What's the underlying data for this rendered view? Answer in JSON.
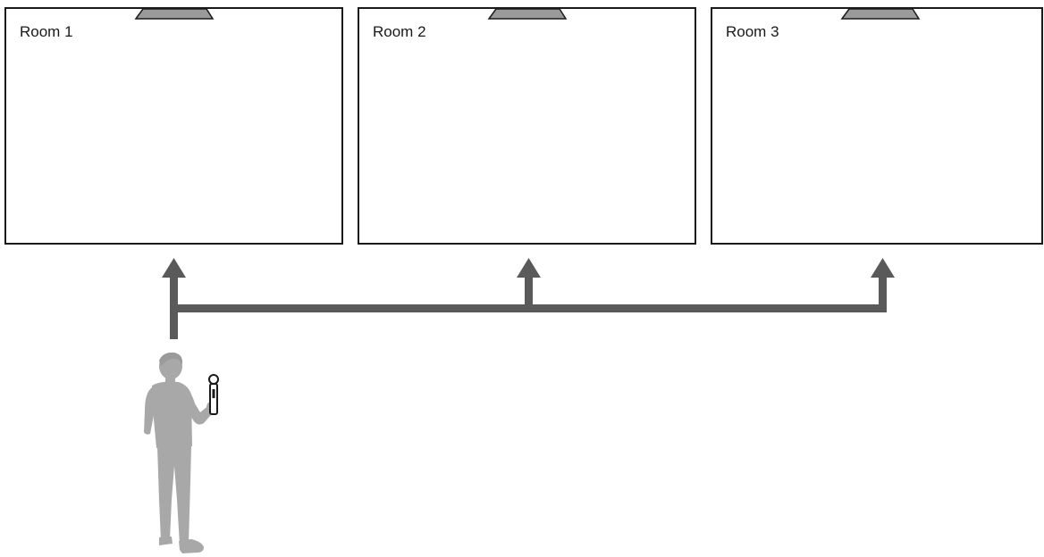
{
  "diagram": {
    "rooms": [
      {
        "label": "Room 1"
      },
      {
        "label": "Room 2"
      },
      {
        "label": "Room 3"
      }
    ],
    "icons": {
      "ceiling_speaker": "ceiling-speaker-icon",
      "person": "person-with-microphone-icon",
      "microphone": "wireless-microphone-icon"
    },
    "colors": {
      "room_border": "#1a1a1a",
      "arrow": "#5a5a5a",
      "person": "#a8a8a8",
      "speaker": "#9a9a9a"
    }
  }
}
